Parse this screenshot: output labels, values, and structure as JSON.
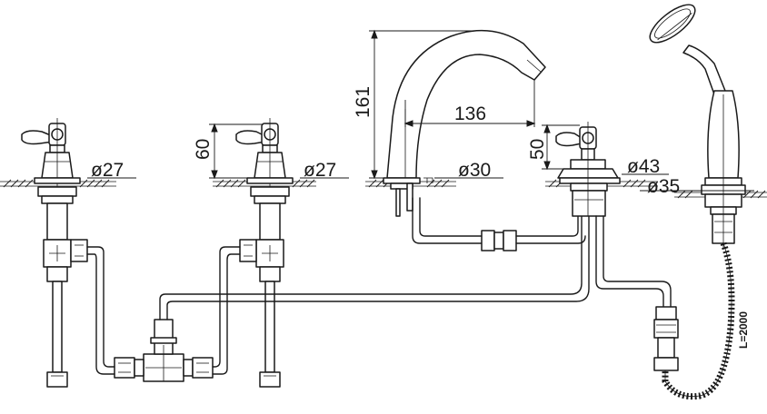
{
  "dimensions": {
    "left_valve_diameter": "ø27",
    "mid_valve_diameter": "ø27",
    "mid_valve_height": "60",
    "spout_height": "161",
    "spout_reach": "136",
    "spout_diameter": "ø30",
    "diverter_height": "50",
    "diverter_diameter": "ø43",
    "shower_holder_diameter": "ø35",
    "hose_length": "L=2000"
  }
}
